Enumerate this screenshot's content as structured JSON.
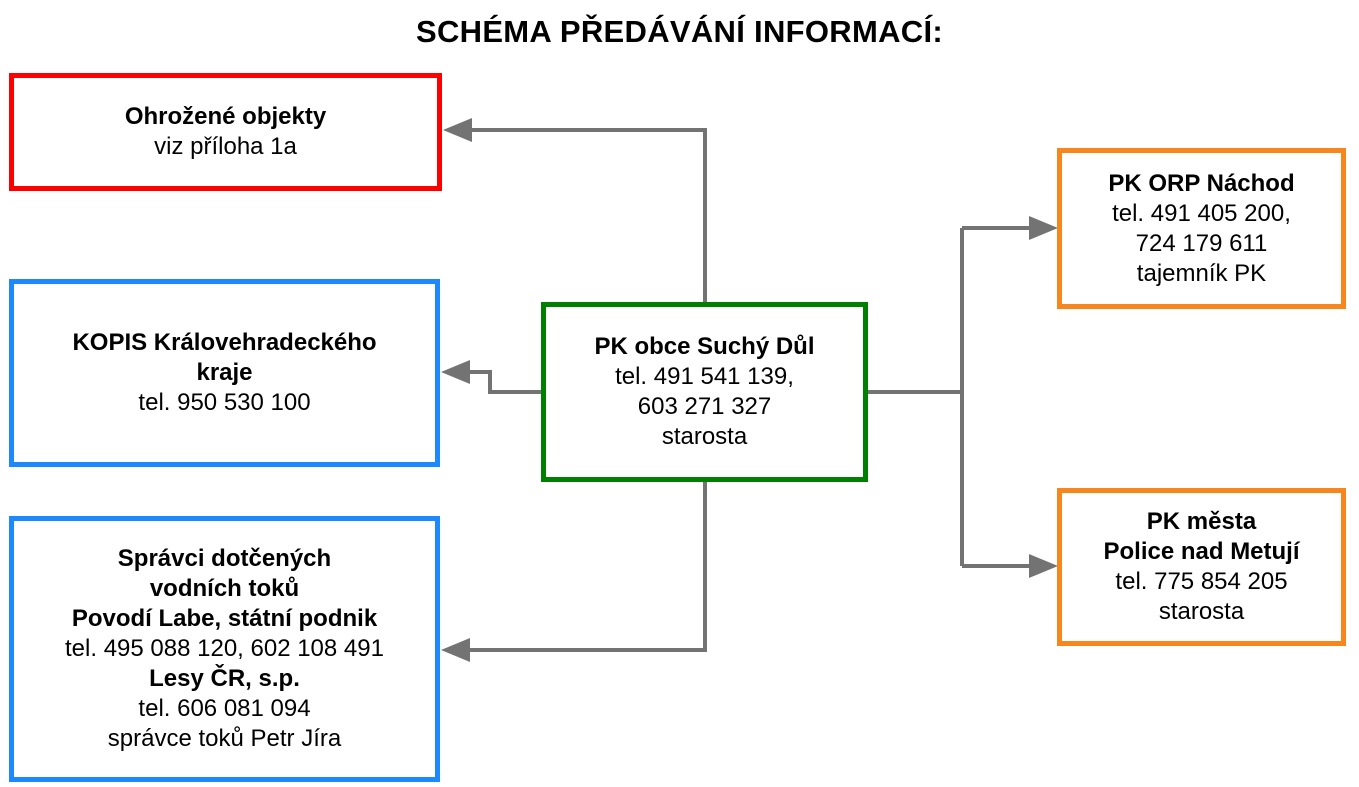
{
  "title": "SCHÉMA PŘEDÁVÁNÍ INFORMACÍ:",
  "colors": {
    "red": "#ff0000",
    "blue": "#1e88ff",
    "green": "#008000",
    "orange": "#f7861c",
    "connector": "#737373"
  },
  "boxes": {
    "ohrozene": {
      "line1": "Ohrožené objekty",
      "line2": "viz příloha 1a"
    },
    "kopis": {
      "line1": "KOPIS Královehradeckého",
      "line2": "kraje",
      "line3": "tel. 950 530 100"
    },
    "spravci": {
      "line1": "Správci dotčených",
      "line2": "vodních toků",
      "line3": "Povodí Labe, státní podnik",
      "line4": "tel. 495 088 120, 602 108 491",
      "line5": "Lesy ČR, s.p.",
      "line6": "tel. 606 081 094",
      "line7": "správce toků Petr Jíra"
    },
    "center": {
      "line1": "PK obce Suchý Důl",
      "line2": "tel. 491 541 139,",
      "line3": "603 271 327",
      "line4": "starosta"
    },
    "orp": {
      "line1": "PK ORP Náchod",
      "line2": "tel.  491 405 200,",
      "line3": "724 179 611",
      "line4": "tajemník PK"
    },
    "police": {
      "line1": "PK města",
      "line2": "Police nad Metují",
      "line3": "tel. 775 854 205",
      "line4": "starosta"
    }
  }
}
